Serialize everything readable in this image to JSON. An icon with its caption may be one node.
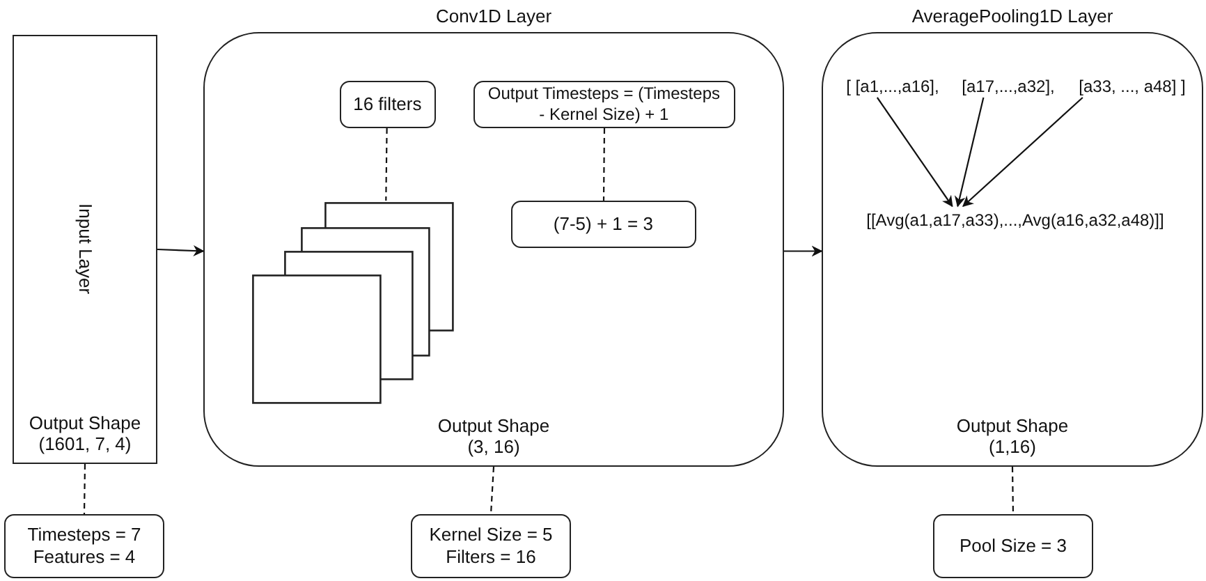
{
  "diagram": {
    "nodes": [
      {
        "text": [
          "Input Layer",
          "Output Shape (1601, 7, 4)"
        ]
      },
      {
        "text": [
          "Conv1D Layer",
          "Output Shape (3, 16)"
        ]
      },
      {
        "text": [
          "16 filters"
        ],
        "in": 1
      },
      {
        "text": [
          "Output Timesteps = (Timesteps - Kernel Size) + 1"
        ],
        "in": 1
      },
      {
        "text": [
          "(7-5) + 1 = 3"
        ],
        "in": 1
      },
      {
        "text": [],
        "shape": "picture",
        "in": 1
      },
      {
        "text": [
          "AveragePooling1D Layer",
          "Output Shape (1,16)"
        ]
      },
      {
        "text": [
          "[ [a1,...,a16],"
        ],
        "in": 6
      },
      {
        "text": [
          "[a17,...,a32],"
        ],
        "in": 6
      },
      {
        "text": [
          "[a33, ..., a48] ]"
        ],
        "in": 6
      },
      {
        "text": [
          "[[Avg(a1,a17,a33),...,Avg(a16,a32,a48)]]"
        ],
        "in": 6
      },
      {
        "text": [
          "Timesteps = 7 Features = 4"
        ]
      },
      {
        "text": [
          "Kernel Size = 5 Filters = 16"
        ]
      },
      {
        "text": [
          "Pool Size = 3"
        ]
      }
    ],
    "edges": [
      {
        "from": 0,
        "to": 1,
        "arrow": "to"
      },
      {
        "from": 1,
        "to": 6,
        "arrow": "to"
      },
      {
        "from": 2,
        "to": 5,
        "arrow": "none",
        "style": "dashed"
      },
      {
        "from": 3,
        "to": 4,
        "arrow": "none",
        "style": "dashed"
      },
      {
        "from": 7,
        "to": 10,
        "arrow": "to"
      },
      {
        "from": 8,
        "to": 10,
        "arrow": "to"
      },
      {
        "from": 9,
        "to": 10,
        "arrow": "to"
      },
      {
        "from": 0,
        "to": 11,
        "arrow": "none",
        "style": "dashed"
      },
      {
        "from": 1,
        "to": 12,
        "arrow": "none",
        "style": "dashed"
      },
      {
        "from": 6,
        "to": 13,
        "arrow": "none",
        "style": "dashed"
      }
    ]
  }
}
